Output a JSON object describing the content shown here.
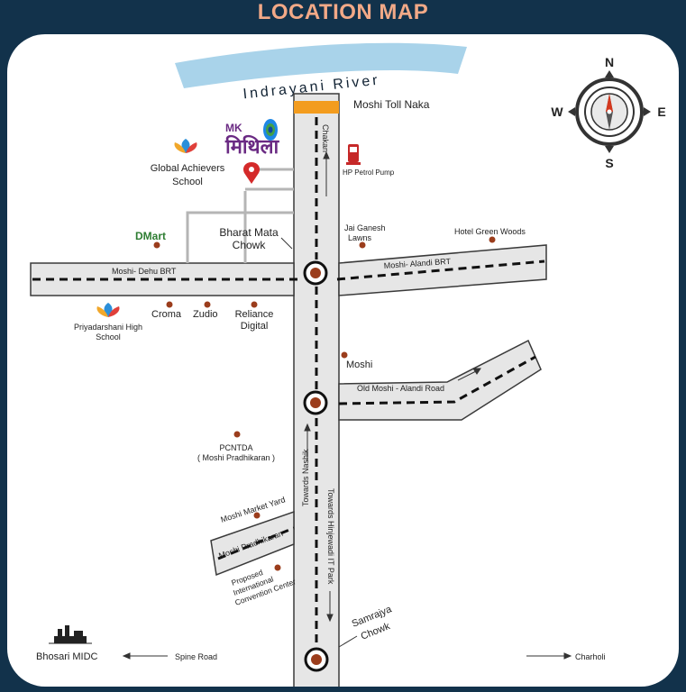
{
  "page_title": "LOCATION MAP",
  "colors": {
    "background": "#12324b",
    "title": "#f2a987",
    "road_fill": "#e6e6e6",
    "road_edge": "#3a3a3a",
    "river": "#a9d3ea",
    "toll": "#f39c1e",
    "dot": "#9b3d1c",
    "pin": "#d42a2a",
    "brand_purple": "#6a2a83",
    "dmart_green": "#2e7d32"
  },
  "river": {
    "label": "Indrayani River"
  },
  "compass": {
    "north": "N",
    "south": "S",
    "east": "E",
    "west": "W"
  },
  "project": {
    "brand_prefix": "MK",
    "brand_name": "मिथिला",
    "icon": "peacock-feather-icon",
    "marker_icon": "location-pin-icon"
  },
  "roads": {
    "moshi_dehu_brt": "Moshi- Dehu BRT",
    "moshi_alandi_brt": "Moshi- Alandi BRT",
    "old_moshi_alandi": "Old Moshi - Alandi Road",
    "chakan": "Chakan",
    "towards_nashik": "Towards Nashik",
    "towards_hinjewadi": "Towards Hinjewadi IT Park",
    "moshi_pradhikaran": "Moshi Pradhikaran",
    "spine_road": "Spine Road",
    "charholi": "Charholi"
  },
  "landmarks": {
    "toll_naka": "Moshi Toll Naka",
    "hp_petrol": "HP Petrol Pump",
    "global_achievers_1": "Global Achievers",
    "global_achievers_2": "School",
    "dmart": "DMart",
    "bharat_mata_1": "Bharat Mata",
    "bharat_mata_2": "Chowk",
    "jai_ganesh_1": "Jai Ganesh",
    "jai_ganesh_2": "Lawns",
    "hotel_green_woods": "Hotel Green Woods",
    "croma": "Croma",
    "zudio": "Zudio",
    "reliance_1": "Reliance",
    "reliance_2": "Digital",
    "priyadarshani_1": "Priyadarshani High",
    "priyadarshani_2": "School",
    "moshi": "Moshi",
    "pcntda_1": "PCNTDA",
    "pcntda_2": "( Moshi Pradhikaran )",
    "moshi_market_yard": "Moshi Market Yard",
    "convention_1": "Proposed",
    "convention_2": "International",
    "convention_3": "Convention Center",
    "samrajya_1": "Samrajya",
    "samrajya_2": "Chowk",
    "bhosari_midc": "Bhosari MIDC"
  }
}
